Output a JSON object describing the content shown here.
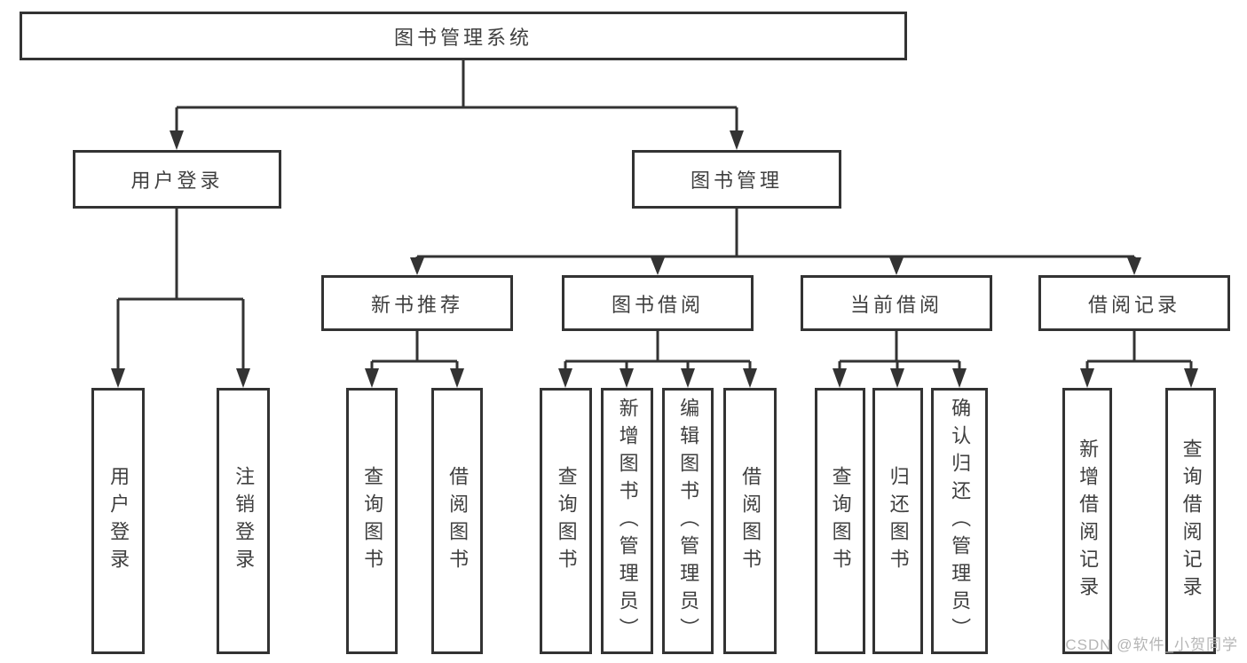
{
  "colors": {
    "line": "#333333",
    "box_border": "#333333",
    "text": "#3f3f3f",
    "background": "#ffffff",
    "watermark_color": "#b5b5b5"
  },
  "root": {
    "label": "图书管理系统"
  },
  "branches": {
    "user": {
      "label": "用户登录",
      "leaves": [
        "用户登录",
        "注销登录"
      ]
    },
    "book": {
      "label": "图书管理",
      "modules": [
        {
          "label": "新书推荐",
          "leaves": [
            "查询图书",
            "借阅图书"
          ]
        },
        {
          "label": "图书借阅",
          "leaves": [
            "查询图书",
            "新增图书（管理员）",
            "编辑图书（管理员）",
            "借阅图书"
          ]
        },
        {
          "label": "当前借阅",
          "leaves": [
            "查询图书",
            "归还图书",
            "确认归还（管理员）"
          ]
        },
        {
          "label": "借阅记录",
          "leaves": [
            "新增借阅记录",
            "查询借阅记录"
          ]
        }
      ]
    }
  },
  "watermark": "CSDN @软件_小贺同学"
}
